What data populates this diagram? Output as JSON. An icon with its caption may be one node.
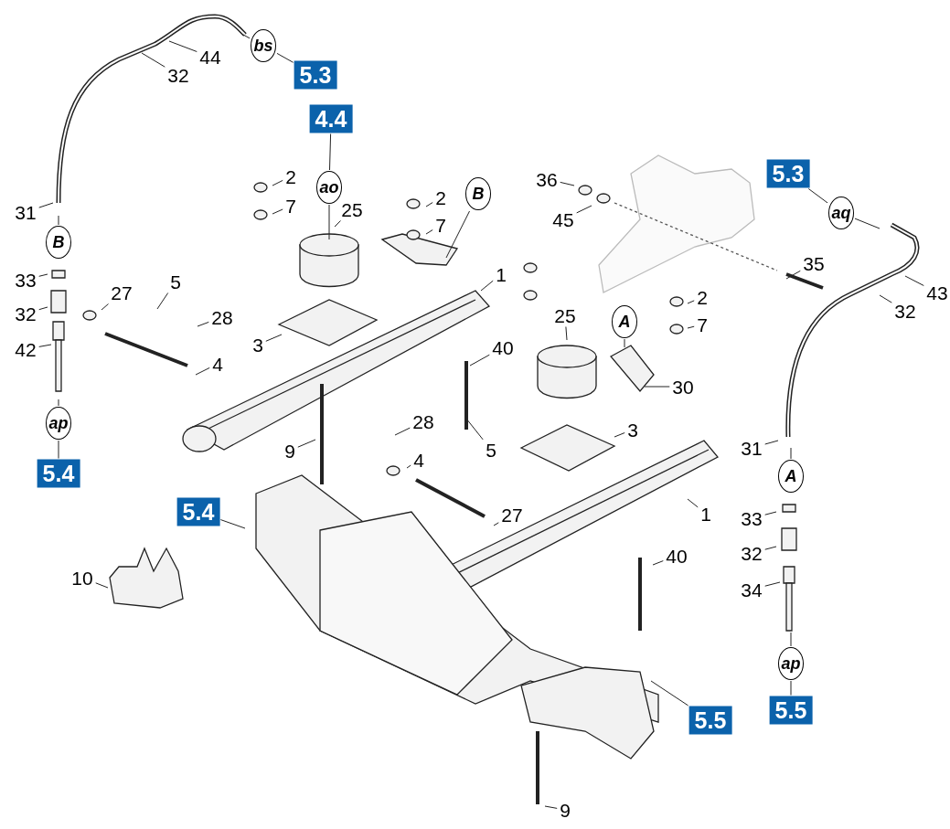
{
  "diagram": {
    "nodes": [
      {
        "text": [
          "44"
        ]
      },
      {
        "text": [
          "32"
        ]
      },
      {
        "text": [
          "bs"
        ]
      },
      {
        "text": [
          "5.3"
        ]
      },
      {
        "text": [
          "4.4"
        ]
      },
      {
        "text": [
          "ao"
        ]
      },
      {
        "text": [
          "31"
        ]
      },
      {
        "text": [
          "B"
        ]
      },
      {
        "text": [
          "33"
        ]
      },
      {
        "text": [
          "32"
        ]
      },
      {
        "text": [
          "42"
        ]
      },
      {
        "text": [
          "ap"
        ]
      },
      {
        "text": [
          "5.4"
        ]
      },
      {
        "text": [
          "27"
        ]
      },
      {
        "text": [
          "5"
        ]
      },
      {
        "text": [
          "28"
        ]
      },
      {
        "text": [
          "4"
        ]
      },
      {
        "text": [
          "3"
        ]
      },
      {
        "text": [
          "2"
        ]
      },
      {
        "text": [
          "7"
        ]
      },
      {
        "text": [
          "25"
        ]
      },
      {
        "text": [
          "2"
        ]
      },
      {
        "text": [
          "7"
        ]
      },
      {
        "text": [
          "B"
        ]
      },
      {
        "text": [
          "1"
        ]
      },
      {
        "text": [
          "40"
        ]
      },
      {
        "text": [
          "9"
        ]
      },
      {
        "text": [
          "10"
        ]
      },
      {
        "text": [
          "36"
        ]
      },
      {
        "text": [
          "45"
        ]
      },
      {
        "text": [
          "35"
        ]
      },
      {
        "text": [
          "5.3"
        ]
      },
      {
        "text": [
          "aq"
        ]
      },
      {
        "text": [
          "43"
        ]
      },
      {
        "text": [
          "32"
        ]
      },
      {
        "text": [
          "2"
        ]
      },
      {
        "text": [
          "7"
        ]
      },
      {
        "text": [
          "25"
        ]
      },
      {
        "text": [
          "A"
        ]
      },
      {
        "text": [
          "30"
        ]
      },
      {
        "text": [
          "3"
        ]
      },
      {
        "text": [
          "28"
        ]
      },
      {
        "text": [
          "4"
        ]
      },
      {
        "text": [
          "5"
        ]
      },
      {
        "text": [
          "27"
        ]
      },
      {
        "text": [
          "1"
        ]
      },
      {
        "text": [
          "5.4"
        ]
      },
      {
        "text": [
          "40"
        ]
      },
      {
        "text": [
          "5.5"
        ]
      },
      {
        "text": [
          "9"
        ]
      },
      {
        "text": [
          "31"
        ]
      },
      {
        "text": [
          "A"
        ]
      },
      {
        "text": [
          "33"
        ]
      },
      {
        "text": [
          "32"
        ]
      },
      {
        "text": [
          "34"
        ]
      },
      {
        "text": [
          "ap"
        ]
      },
      {
        "text": [
          "5.5"
        ]
      }
    ],
    "edges": [
      {
        "from": 0,
        "to": null,
        "arrow": "none"
      },
      {
        "from": 1,
        "to": null,
        "arrow": "none"
      },
      {
        "from": 2,
        "to": null,
        "arrow": "none"
      },
      {
        "from": 2,
        "to": 3,
        "arrow": "none"
      },
      {
        "from": 4,
        "to": 5,
        "arrow": "none"
      },
      {
        "from": 5,
        "to": null,
        "arrow": "none"
      },
      {
        "from": 6,
        "to": null,
        "arrow": "none"
      },
      {
        "from": 7,
        "to": null,
        "arrow": "none"
      },
      {
        "from": 8,
        "to": null,
        "arrow": "none"
      },
      {
        "from": 9,
        "to": null,
        "arrow": "none"
      },
      {
        "from": 10,
        "to": null,
        "arrow": "none"
      },
      {
        "from": 11,
        "to": null,
        "arrow": "none"
      },
      {
        "from": 11,
        "to": 12,
        "arrow": "none"
      },
      {
        "from": 13,
        "to": null,
        "arrow": "none"
      },
      {
        "from": 14,
        "to": null,
        "arrow": "none"
      },
      {
        "from": 15,
        "to": null,
        "arrow": "none"
      },
      {
        "from": 16,
        "to": null,
        "arrow": "none"
      },
      {
        "from": 17,
        "to": null,
        "arrow": "none"
      },
      {
        "from": 18,
        "to": null,
        "arrow": "none"
      },
      {
        "from": 19,
        "to": null,
        "arrow": "none"
      },
      {
        "from": 20,
        "to": null,
        "arrow": "none"
      },
      {
        "from": 21,
        "to": null,
        "arrow": "none"
      },
      {
        "from": 22,
        "to": null,
        "arrow": "none"
      },
      {
        "from": 23,
        "to": null,
        "arrow": "none"
      },
      {
        "from": 24,
        "to": null,
        "arrow": "none"
      },
      {
        "from": 25,
        "to": null,
        "arrow": "none"
      },
      {
        "from": 26,
        "to": null,
        "arrow": "none"
      },
      {
        "from": 27,
        "to": null,
        "arrow": "none"
      },
      {
        "from": 28,
        "to": null,
        "arrow": "none"
      },
      {
        "from": 29,
        "to": null,
        "arrow": "none"
      },
      {
        "from": 30,
        "to": null,
        "arrow": "none"
      },
      {
        "from": 31,
        "to": 32,
        "arrow": "none"
      },
      {
        "from": 32,
        "to": null,
        "arrow": "none"
      },
      {
        "from": 33,
        "to": null,
        "arrow": "none"
      },
      {
        "from": 34,
        "to": null,
        "arrow": "none"
      },
      {
        "from": 35,
        "to": null,
        "arrow": "none"
      },
      {
        "from": 36,
        "to": null,
        "arrow": "none"
      },
      {
        "from": 37,
        "to": null,
        "arrow": "none"
      },
      {
        "from": 38,
        "to": null,
        "arrow": "none"
      },
      {
        "from": 39,
        "to": null,
        "arrow": "none"
      },
      {
        "from": 40,
        "to": null,
        "arrow": "none"
      },
      {
        "from": 41,
        "to": null,
        "arrow": "none"
      },
      {
        "from": 42,
        "to": null,
        "arrow": "none"
      },
      {
        "from": 43,
        "to": null,
        "arrow": "none"
      },
      {
        "from": 44,
        "to": null,
        "arrow": "none"
      },
      {
        "from": 45,
        "to": null,
        "arrow": "none"
      },
      {
        "from": 46,
        "to": null,
        "arrow": "none"
      },
      {
        "from": 47,
        "to": null,
        "arrow": "none"
      },
      {
        "from": 48,
        "to": null,
        "arrow": "none"
      },
      {
        "from": 49,
        "to": null,
        "arrow": "none"
      },
      {
        "from": 50,
        "to": null,
        "arrow": "none"
      },
      {
        "from": 51,
        "to": null,
        "arrow": "none"
      },
      {
        "from": 52,
        "to": null,
        "arrow": "none"
      },
      {
        "from": 53,
        "to": null,
        "arrow": "none"
      },
      {
        "from": 54,
        "to": null,
        "arrow": "none"
      },
      {
        "from": 55,
        "to": null,
        "arrow": "none"
      },
      {
        "from": 55,
        "to": 56,
        "arrow": "none"
      }
    ]
  }
}
